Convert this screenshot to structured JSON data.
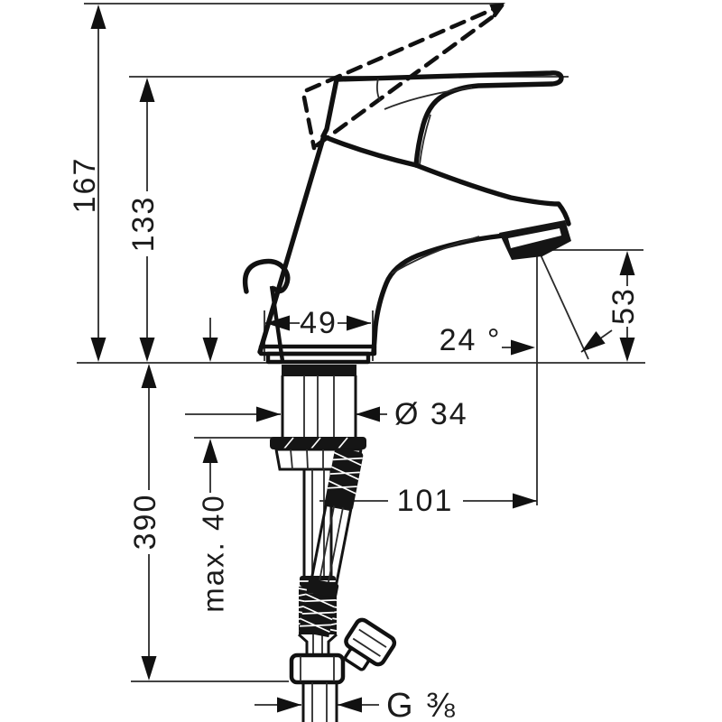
{
  "drawing": {
    "type": "faucet-technical-dimension-drawing",
    "background": "#ffffff",
    "line_color": "#111111",
    "dimensions": {
      "total_height": "167",
      "height_to_lever": "133",
      "below_counter_depth": "390",
      "max_counter_thickness": "max. 40",
      "body_base_width": "49",
      "shank_diameter": "Ø 34",
      "spout_reach": "101",
      "spout_outlet_height": "53",
      "spray_angle": "24 °",
      "connection_thread": "G ⅜"
    }
  }
}
